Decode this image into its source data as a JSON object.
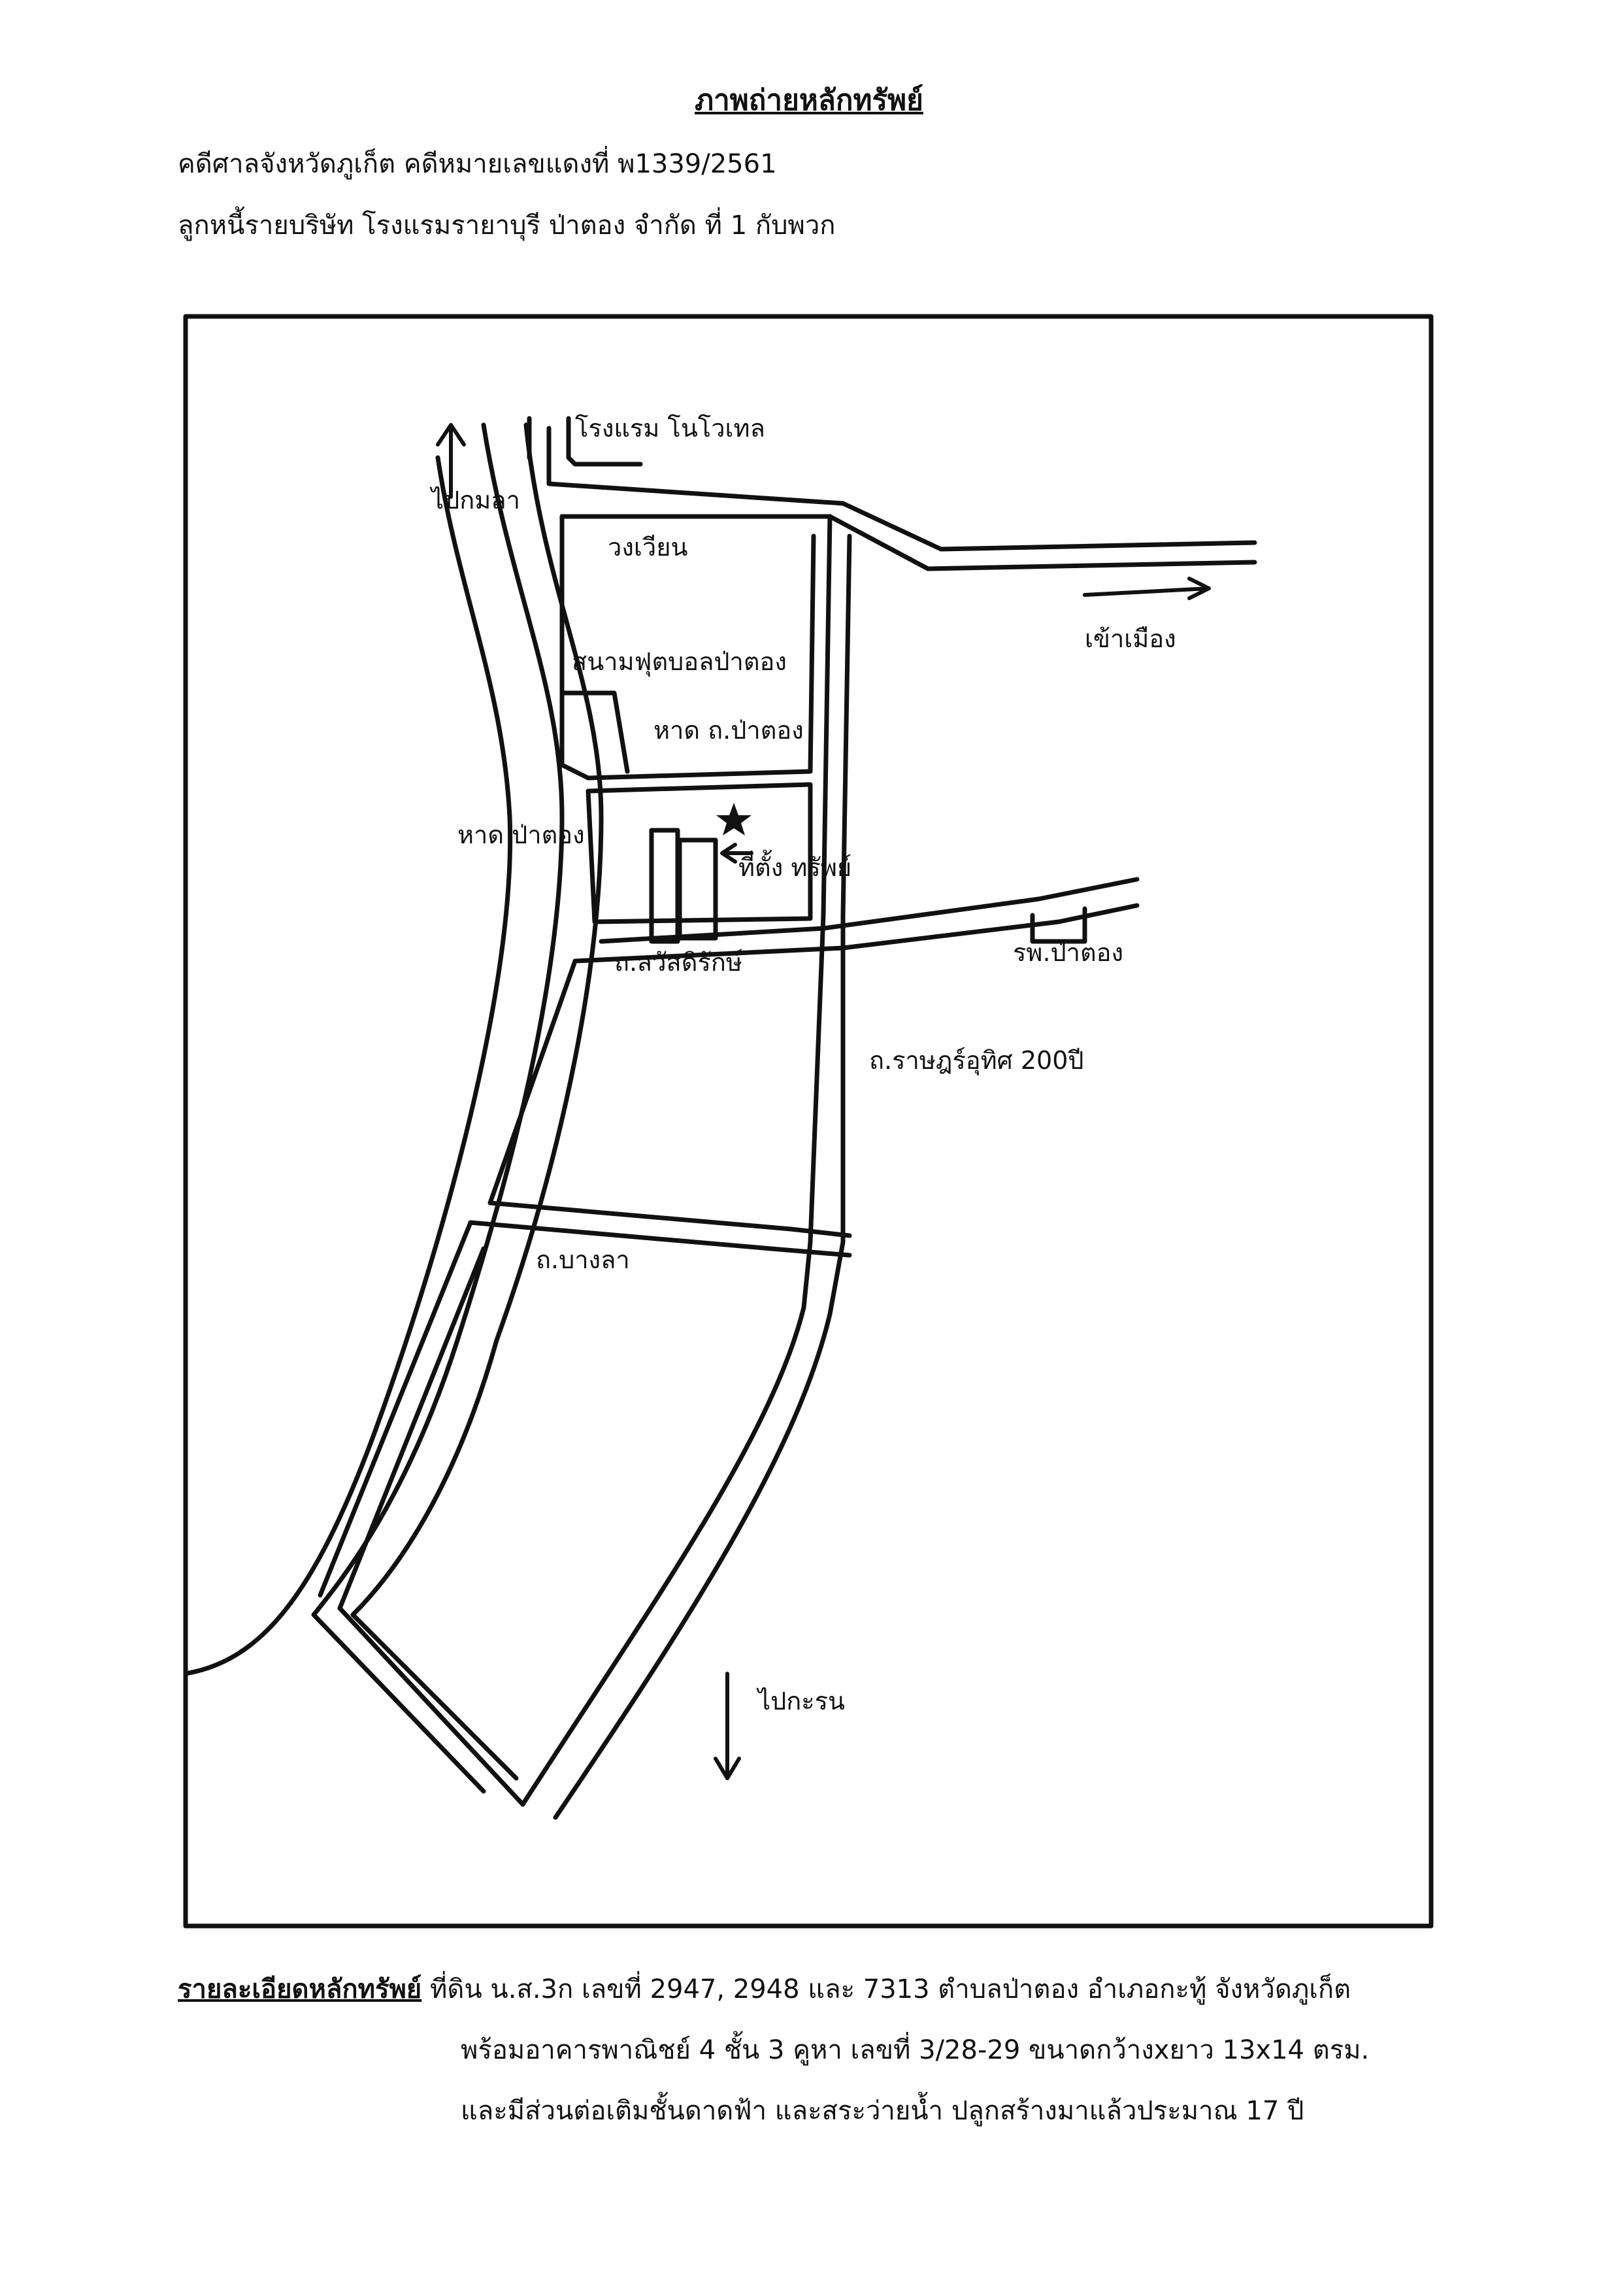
{
  "document": {
    "title": "ภาพถ่ายหลักทรัพย์",
    "header_line1": "คดีศาลจังหวัดภูเก็ต คดีหมายเลขแดงที่ พ1339/2561",
    "header_line2": "ลูกหนี้รายบริษัท โรงแรมรายาบุรี ป่าตอง จำกัด ที่ 1 กับพวก"
  },
  "map": {
    "labels": {
      "novotel": "โรงแรม โนโวเทล",
      "to_kamala": "ไปกมลา",
      "roundabout": "วงเวียน",
      "to_muang": "เข้าเมือง",
      "football_field": "สนามฟุตบอลป่าตอง",
      "patong_beach_road": "หาด ถ.ป่าตอง",
      "patong_beach": "หาด ป่าตอง",
      "property_location": "ที่ตั้ง ทรัพย์",
      "sawatdirak_road": "ถ.สวัสดิรักษ์",
      "patong_hospital": "รพ.ป่าตอง",
      "rat_u_thit_road": "ถ.ราษฎร์อุทิศ 200ปี",
      "bangla_road": "ถ.บางลา",
      "to_karon": "ไปกะรน"
    },
    "icons": [
      "north-arrow-icon",
      "east-arrow-icon",
      "south-arrow-icon",
      "star-icon"
    ]
  },
  "details": {
    "label": "รายละเอียดหลักทรัพย์",
    "line1": "ที่ดิน น.ส.3ก เลขที่ 2947, 2948 และ 7313 ตำบลป่าตอง อำเภอกะทู้ จังหวัดภูเก็ต",
    "line2": "พร้อมอาคารพาณิชย์ 4 ชั้น 3 คูหา เลขที่ 3/28-29 ขนาดกว้างxยาว 13x14 ตรม.",
    "line3": "และมีส่วนต่อเติมชั้นดาดฟ้า และสระว่ายน้ำ ปลูกสร้างมาแล้วประมาณ 17 ปี"
  }
}
